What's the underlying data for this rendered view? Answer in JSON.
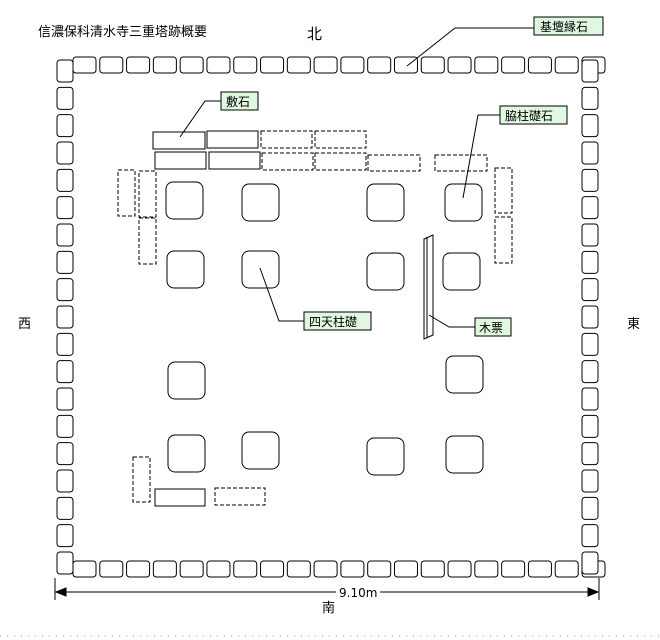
{
  "title": "信濃保科清水寺三重塔跡概要",
  "directions": {
    "north": "北",
    "south": "南",
    "west": "西",
    "east": "東"
  },
  "callouts": {
    "curb_stone": "基壇縁石",
    "paving_stone": "敷石",
    "side_pillar_stone": "脇柱礎石",
    "four_deva_pillar": "四天柱礎",
    "wooden_marker": "木票"
  },
  "dimension": {
    "width_label": "9.10m"
  },
  "colors": {
    "callout_fill": "#e0f7e0",
    "callout_border": "#000000",
    "line": "#000000",
    "background": "#ffffff"
  }
}
